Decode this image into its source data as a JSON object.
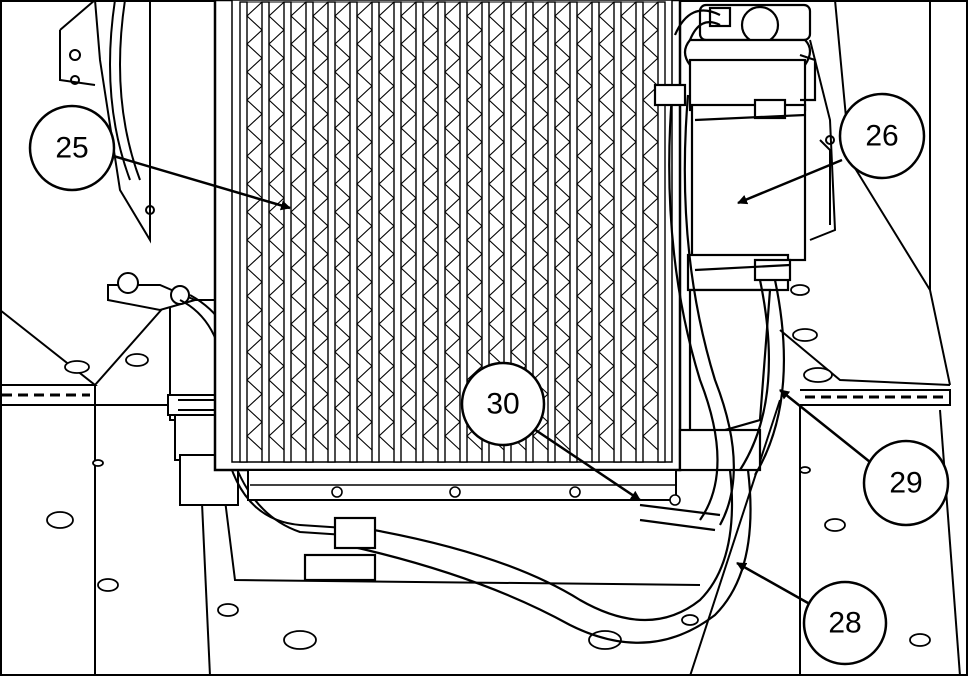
{
  "colors": {
    "ink": "#000000",
    "paper": "#ffffff",
    "shade": "#e8e8e8"
  },
  "callouts": [
    {
      "id": "callout-25",
      "number": "25"
    },
    {
      "id": "callout-26",
      "number": "26"
    },
    {
      "id": "callout-30",
      "number": "30"
    },
    {
      "id": "callout-29",
      "number": "29"
    },
    {
      "id": "callout-28",
      "number": "28"
    }
  ]
}
